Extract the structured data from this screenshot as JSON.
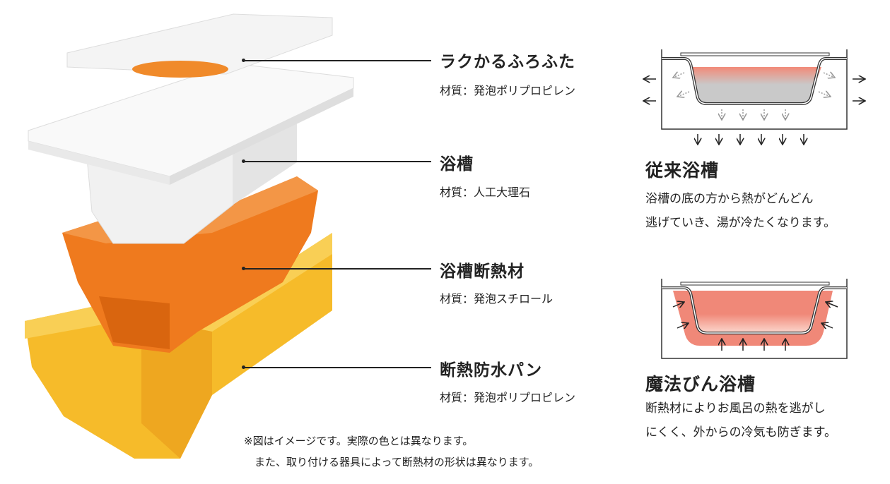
{
  "parts": [
    {
      "name": "ラクかるふろふた",
      "material": "材質：発泡ポリプロピレン"
    },
    {
      "name": "浴槽",
      "material": "材質：人工大理石"
    },
    {
      "name": "浴槽断熱材",
      "material": "材質：発泡スチロール"
    },
    {
      "name": "断熱防水パン",
      "material": "材質：発泡ポリプロピレン"
    }
  ],
  "note": [
    "※図はイメージです。実際の色とは異なります。",
    "　また、取り付ける器具によって断熱材の形状は異なります。"
  ],
  "comparison": [
    {
      "title": "従来浴槽",
      "lines": [
        "浴槽の底の方から熱がどんどん",
        "逃げていき、湯が冷たくなります。"
      ]
    },
    {
      "title": "魔法びん浴槽",
      "lines": [
        "断熱材によりお風呂の熱を逃がし",
        "にくく、外からの冷気も防ぎます。"
      ]
    }
  ],
  "colors": {
    "lid": "#f4f4f4",
    "lid_handle": "#f08a2a",
    "insulation": "#ef7a1e",
    "pan": "#f6bb2a",
    "heat": "#f08878",
    "cold": "#c8c8c8"
  }
}
